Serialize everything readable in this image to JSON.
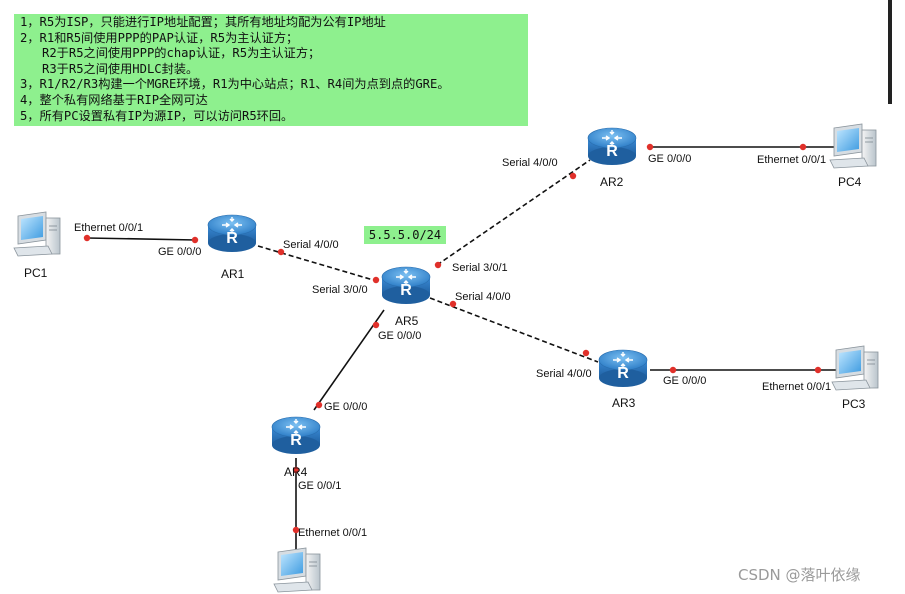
{
  "notes": [
    "1，R5为ISP，只能进行IP地址配置；其所有地址均配为公有IP地址",
    "2，R1和R5间使用PPP的PAP认证，R5为主认证方；",
    "   R2于R5之间使用PPP的chap认证，R5为主认证方；",
    "   R3于R5之间使用HDLC封装。",
    "3，R1/R2/R3构建一个MGRE环境，R1为中心站点；R1、R4间为点到点的GRE。",
    "4，整个私有网络基于RIP全网可达",
    "5，所有PC设置私有IP为源IP，可以访问R5环回。"
  ],
  "subnet_label": "5.5.5.0/24",
  "devices": {
    "ar1": "AR1",
    "ar2": "AR2",
    "ar3": "AR3",
    "ar4": "AR4",
    "ar5": "AR5",
    "pc1": "PC1",
    "pc3": "PC3",
    "pc4": "PC4"
  },
  "ports": {
    "pc1_eth": "Ethernet 0/0/1",
    "ar1_ge": "GE 0/0/0",
    "ar1_s40": "Serial 4/0/0",
    "ar5_s30_left": "Serial 3/0/0",
    "ar5_s31": "Serial 3/0/1",
    "ar5_s40": "Serial 4/0/0",
    "ar5_ge": "GE 0/0/0",
    "ar2_s40": "Serial 4/0/0",
    "ar2_ge": "GE 0/0/0",
    "pc4_eth": "Ethernet 0/0/1",
    "ar3_s40": "Serial 4/0/0",
    "ar3_ge": "GE 0/0/0",
    "pc3_eth": "Ethernet 0/0/1",
    "ar4_ge000": "GE 0/0/0",
    "ar4_ge001": "GE 0/0/1",
    "pc5_eth": "Ethernet 0/0/1"
  },
  "watermark": "CSDN @落叶依缘",
  "colors": {
    "note_bg": "#8ef08e",
    "router_blue": "#2f7fc8",
    "port_dot": "#e0302a",
    "link": "#111111"
  }
}
